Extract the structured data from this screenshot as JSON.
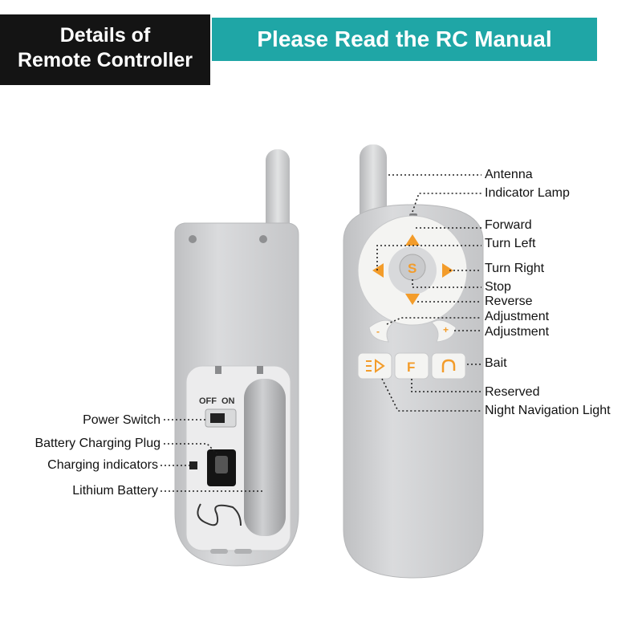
{
  "header": {
    "left_line1": "Details of",
    "left_line2": "Remote Controller",
    "right_title": "Please Read the RC Manual"
  },
  "colors": {
    "banner_dark": "#141414",
    "banner_teal": "#1fa6a6",
    "body_gray": "#d2d3d5",
    "accent_orange": "#f39c2a",
    "button_white": "#f7f7f5"
  },
  "back_view": {
    "switch_off": "OFF",
    "switch_on": "ON"
  },
  "front_view": {
    "stop_key": "S",
    "reserved_key": "F",
    "minus_key": "-",
    "plus_key": "+"
  },
  "labels_left": [
    {
      "text": "Power Switch"
    },
    {
      "text": "Battery Charging Plug"
    },
    {
      "text": "Charging indicators"
    },
    {
      "text": "Lithium Battery"
    }
  ],
  "labels_right": [
    {
      "text": "Antenna"
    },
    {
      "text": "Indicator Lamp"
    },
    {
      "text": "Forward"
    },
    {
      "text": "Turn Left"
    },
    {
      "text": "Turn Right"
    },
    {
      "text": "Stop"
    },
    {
      "text": "Reverse"
    },
    {
      "text": "Adjustment"
    },
    {
      "text": "Adjustment"
    },
    {
      "text": "Bait"
    },
    {
      "text": "Reserved"
    },
    {
      "text": "Night Navigation Light"
    }
  ]
}
